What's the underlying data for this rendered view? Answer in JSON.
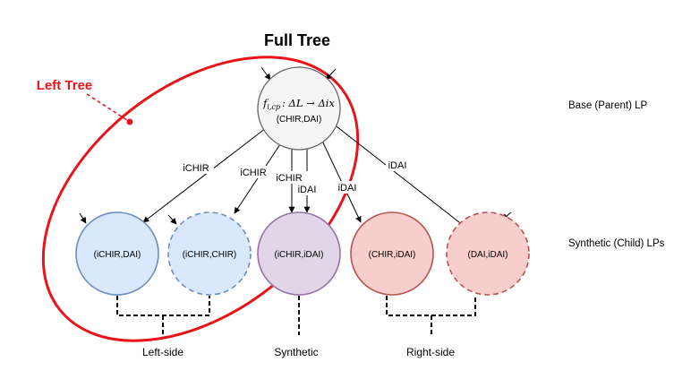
{
  "title": "Full Tree",
  "left_tree_label": "Left Tree",
  "parent": {
    "formula_f": "f",
    "formula_sub": "i,cp",
    "formula_rest": ": ΔL → Δix",
    "label": "(CHIR,DAI)"
  },
  "children": [
    {
      "label": "(iCHIR,DAI)"
    },
    {
      "label": "(iCHIR,CHIR)"
    },
    {
      "label": "(iCHIR,iDAI)"
    },
    {
      "label": "(CHIR,iDAI)"
    },
    {
      "label": "(DAI,iDAI)"
    }
  ],
  "edge_labels": {
    "e1": "iCHIR",
    "e2": "iCHIR",
    "e3": "iCHIR",
    "e4": "iDAI",
    "e5": "iDAI",
    "e6": "iDAI"
  },
  "right_labels": {
    "base": "Base (Parent) LP",
    "synthetic": "Synthetic (Child) LPs"
  },
  "groups": {
    "left": "Left-side",
    "synthetic": "Synthetic",
    "right": "Right-side"
  },
  "colors": {
    "tree_outline": "#e8141a",
    "blue_fill": "#dae8fc",
    "blue_stroke": "#6c8ebf",
    "purple_fill": "#e1d5e7",
    "purple_stroke": "#9673a6",
    "red_fill": "#f8cecc",
    "red_stroke": "#b85450",
    "parent_fill": "#f5f5f5",
    "parent_stroke": "#666666"
  }
}
